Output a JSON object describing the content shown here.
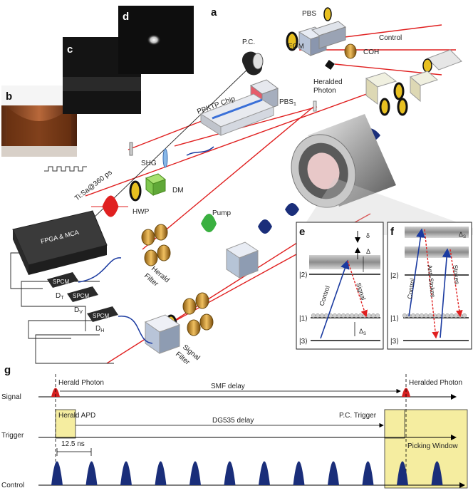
{
  "panels": {
    "a": "a",
    "b": "b",
    "c": "c",
    "d": "d",
    "e": "e",
    "f": "f",
    "g": "g"
  },
  "setup": {
    "pbs": "PBS",
    "pbs1": "PBS",
    "pbs1_sub": "1",
    "pc": "P.C.",
    "eom": "EOM",
    "control": "Control",
    "coh": "COH",
    "heralded_photon_1": "Heralded",
    "heralded_photon_2": "Photon",
    "ppktp": "PPKTP Chip",
    "shg": "SHG",
    "dm": "DM",
    "hwp": "HWP",
    "tisa": "Ti:Sa@360 ps",
    "pump": "Pump",
    "herald_filter_1": "Herald",
    "herald_filter_2": "Filter",
    "signal_filter_1": "Signal",
    "signal_filter_2": "Filter",
    "fpga": "FPGA & MCA",
    "spcm": "SPCM",
    "d_t": "D",
    "d_t_sub": "T",
    "d_v": "D",
    "d_v_sub": "V",
    "d_h": "D",
    "d_h_sub": "H"
  },
  "levels_e": {
    "delta": "δ",
    "Delta": "Δ",
    "level2": "|2⟩",
    "level1": "|1⟩",
    "level3": "|3⟩",
    "control": "Control",
    "signal": "Signal",
    "delta_s": "Δ",
    "delta_s_sub": "S"
  },
  "levels_f": {
    "delta_s": "Δ",
    "delta_s_sub": "S",
    "level2": "|2⟩",
    "level1": "|1⟩",
    "level3": "|3⟩",
    "control": "Control",
    "anti_stokes": "Anti-Stokes",
    "stokes": "Stokes"
  },
  "timing": {
    "signal_row": "Signal",
    "trigger_row": "Trigger",
    "control_row": "Control",
    "herald_photon": "Herald Photon",
    "heralded_photon": "Heralded Photon",
    "smf_delay": "SMF delay",
    "herald_apd": "Herald APD",
    "pc_trigger": "P.C. Trigger",
    "dg535_delay": "DG535 delay",
    "period": "12.5 ns",
    "picking_window": "Picking Window",
    "control_pulse_count": 12
  },
  "colors": {
    "pulse_blue": "#1a2e7a",
    "pulse_red": "#d42020",
    "window_yellow": "#f5eda0",
    "beam_red": "#e02020"
  }
}
